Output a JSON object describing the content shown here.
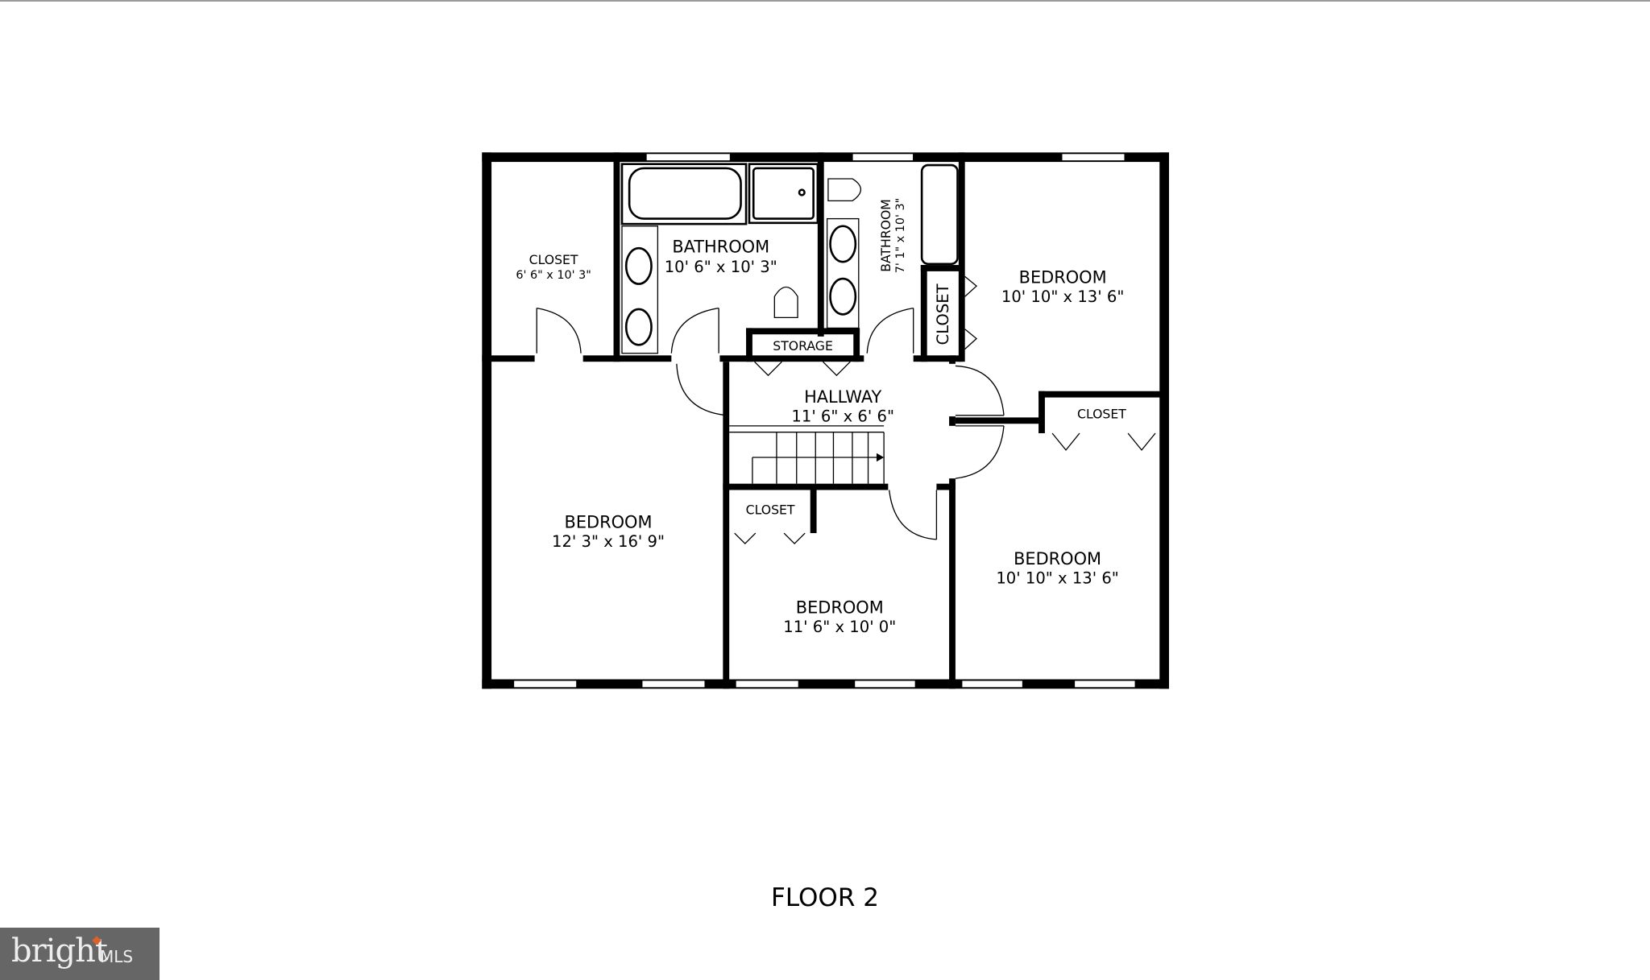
{
  "floor_title": "FLOOR 2",
  "logo": {
    "brand": "bright",
    "suffix": "MLS",
    "accent_color": "#e0602a"
  },
  "rooms": {
    "closet_top_left": {
      "name": "CLOSET",
      "dims": "6' 6\" x 10' 3\""
    },
    "bathroom_main": {
      "name": "BATHROOM",
      "dims": "10' 6\" x 10' 3\""
    },
    "bathroom_second": {
      "name": "BATHROOM",
      "dims": "7' 1\" x 10' 3\""
    },
    "closet_vertical": {
      "name": "CLOSET"
    },
    "storage": {
      "name": "STORAGE"
    },
    "bedroom_top_right": {
      "name": "BEDROOM",
      "dims": "10' 10\" x 13' 6\""
    },
    "hallway": {
      "name": "HALLWAY",
      "dims": "11' 6\" x 6' 6\""
    },
    "closet_right": {
      "name": "CLOSET"
    },
    "bedroom_left": {
      "name": "BEDROOM",
      "dims": "12' 3\" x 16' 9\""
    },
    "closet_mid": {
      "name": "CLOSET"
    },
    "bedroom_mid": {
      "name": "BEDROOM",
      "dims": "11' 6\" x 10' 0\""
    },
    "bedroom_bottom_right": {
      "name": "BEDROOM",
      "dims": "10' 10\" x 13' 6\""
    }
  }
}
